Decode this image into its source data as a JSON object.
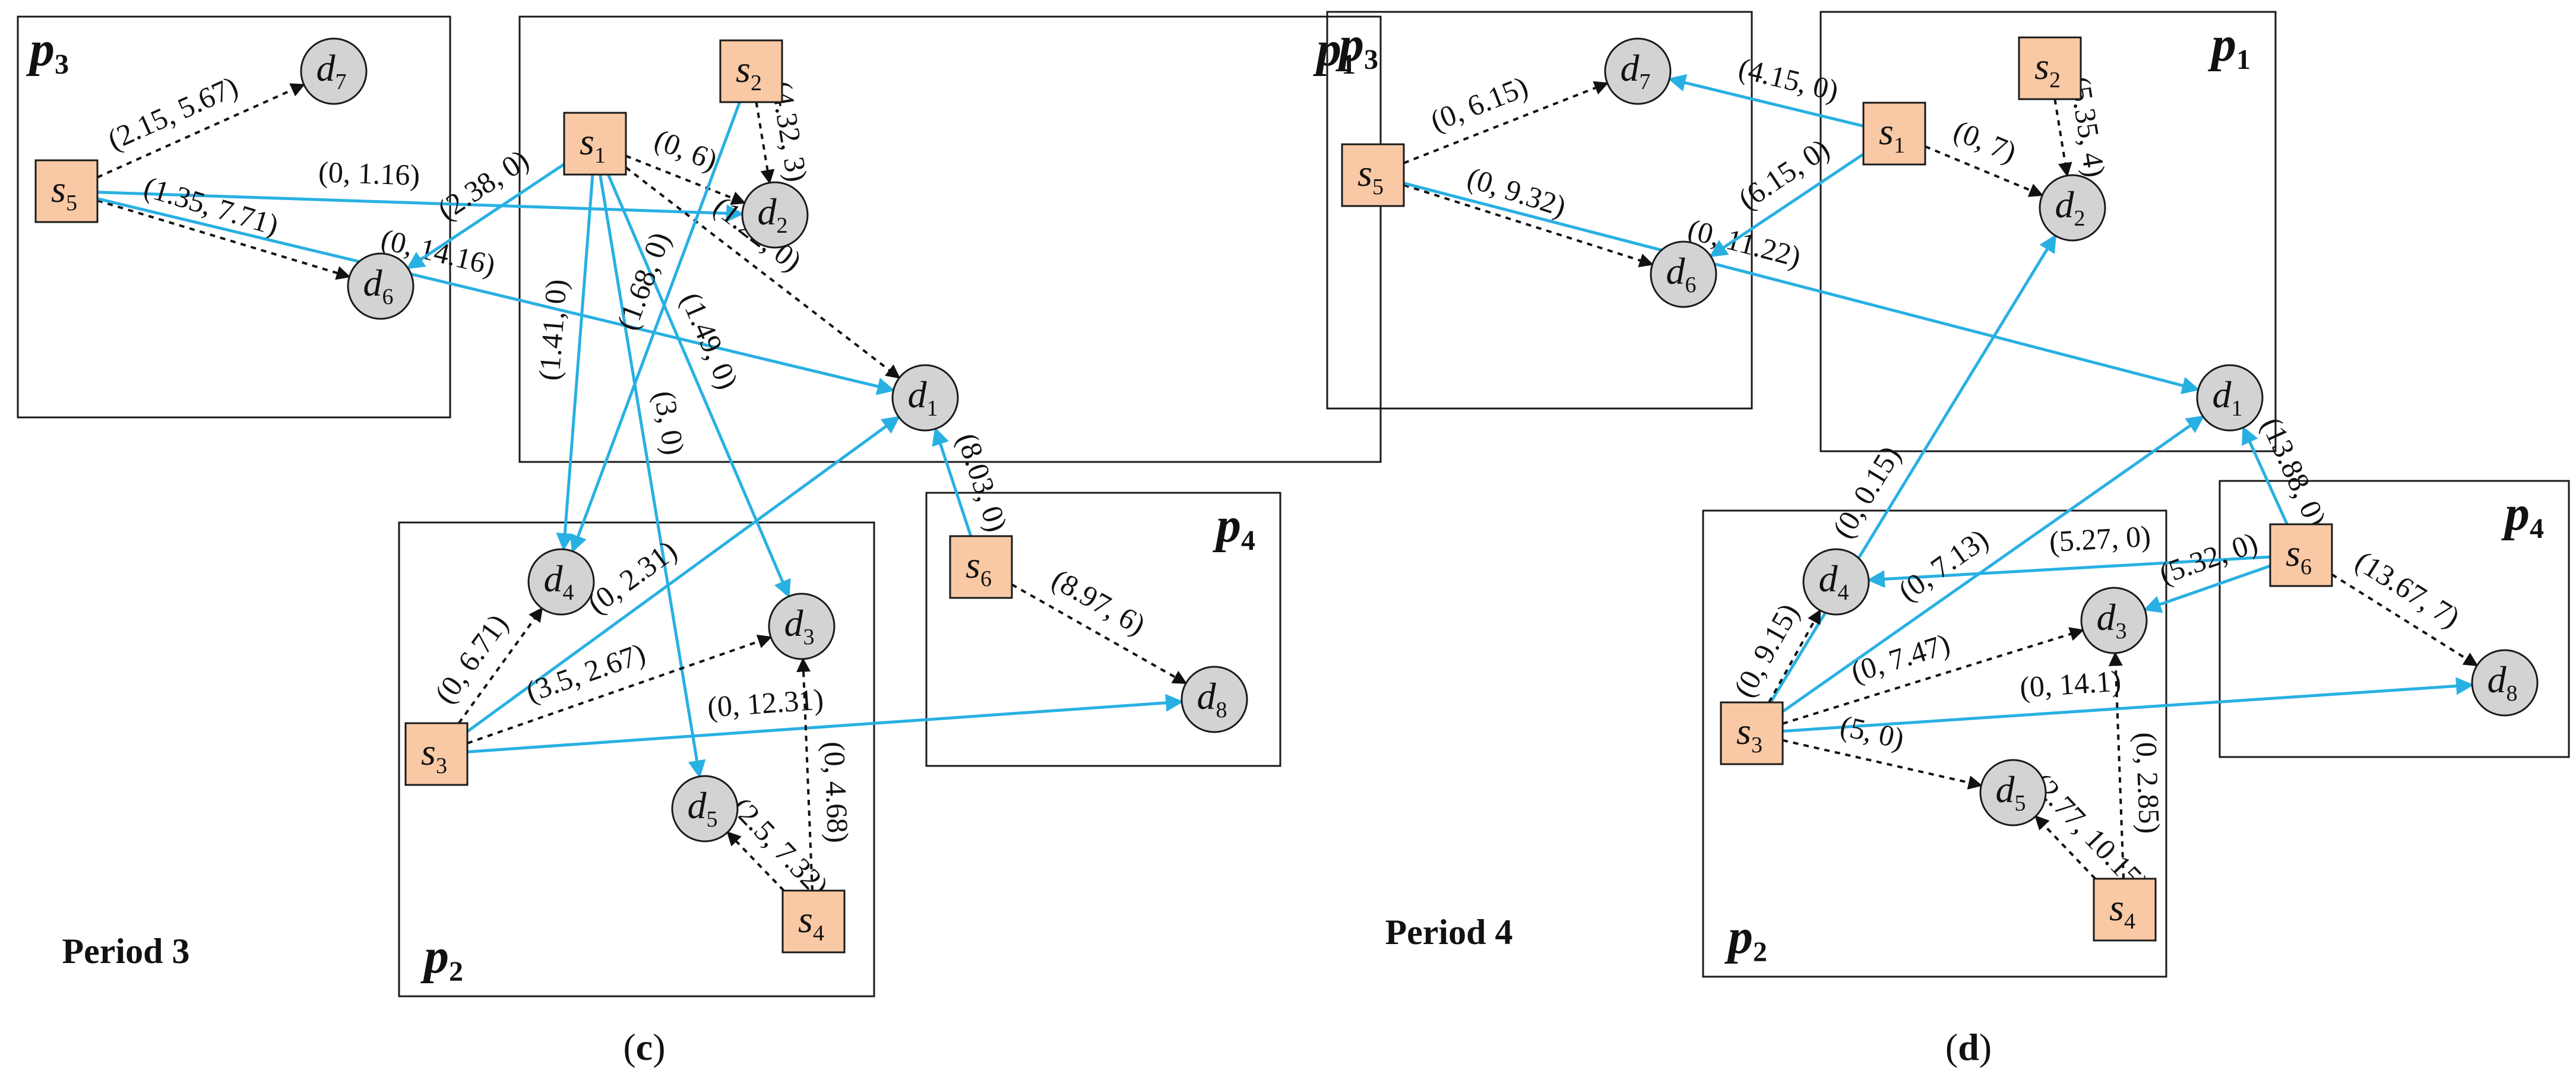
{
  "panels": [
    {
      "caption_letter": "c",
      "period": "Period 3",
      "regions": [
        {
          "name": "p3",
          "letter": "p",
          "sub": "3"
        },
        {
          "name": "p1",
          "letter": "p",
          "sub": "1"
        },
        {
          "name": "p2",
          "letter": "p",
          "sub": "2"
        },
        {
          "name": "p4",
          "letter": "p",
          "sub": "4"
        }
      ],
      "sources": [
        {
          "id": "s1",
          "letter": "s",
          "sub": "1"
        },
        {
          "id": "s2",
          "letter": "s",
          "sub": "2"
        },
        {
          "id": "s3",
          "letter": "s",
          "sub": "3"
        },
        {
          "id": "s4",
          "letter": "s",
          "sub": "4"
        },
        {
          "id": "s5",
          "letter": "s",
          "sub": "5"
        },
        {
          "id": "s6",
          "letter": "s",
          "sub": "6"
        }
      ],
      "destinations": [
        {
          "id": "d1",
          "letter": "d",
          "sub": "1"
        },
        {
          "id": "d2",
          "letter": "d",
          "sub": "2"
        },
        {
          "id": "d3",
          "letter": "d",
          "sub": "3"
        },
        {
          "id": "d4",
          "letter": "d",
          "sub": "4"
        },
        {
          "id": "d5",
          "letter": "d",
          "sub": "5"
        },
        {
          "id": "d6",
          "letter": "d",
          "sub": "6"
        },
        {
          "id": "d7",
          "letter": "d",
          "sub": "7"
        },
        {
          "id": "d8",
          "letter": "d",
          "sub": "8"
        }
      ],
      "edges": [
        {
          "from": "s5",
          "to": "d7",
          "style": "dashed",
          "label": "(2.15, 5.67)"
        },
        {
          "from": "s5",
          "to": "d2",
          "style": "solid",
          "label": "(0, 1.16)"
        },
        {
          "from": "s5",
          "to": "d6",
          "style": "dashed",
          "label": "(1.35, 7.71)"
        },
        {
          "from": "s5",
          "to": "d1",
          "style": "solid",
          "label": "(0, 14.16)"
        },
        {
          "from": "s1",
          "to": "d6",
          "style": "solid",
          "label": "(2.38, 0)"
        },
        {
          "from": "s1",
          "to": "d2",
          "style": "dashed",
          "label": "(0, 6)"
        },
        {
          "from": "s1",
          "to": "d1",
          "style": "dashed",
          "label": "(1.22, 0)"
        },
        {
          "from": "s1",
          "to": "d4",
          "style": "solid",
          "label": "(1.41, 0)"
        },
        {
          "from": "s1",
          "to": "d3",
          "style": "solid",
          "label": "(1.49, 0)"
        },
        {
          "from": "s1",
          "to": "d5",
          "style": "solid",
          "label": "(3, 0)"
        },
        {
          "from": "s2",
          "to": "d2",
          "style": "dashed",
          "label": "(4.32, 3)"
        },
        {
          "from": "s2",
          "to": "d4",
          "style": "solid",
          "label": "(1.68, 0)"
        },
        {
          "from": "s6",
          "to": "d1",
          "style": "solid",
          "label": "(8.03, 0)"
        },
        {
          "from": "s6",
          "to": "d8",
          "style": "dashed",
          "label": "(8.97, 6)"
        },
        {
          "from": "s3",
          "to": "d4",
          "style": "dashed",
          "label": "(0, 6.71)"
        },
        {
          "from": "s3",
          "to": "d1",
          "style": "solid",
          "label": "(0, 2.31)"
        },
        {
          "from": "s3",
          "to": "d3",
          "style": "dashed",
          "label": "(3.5, 2.67)"
        },
        {
          "from": "s3",
          "to": "d8",
          "style": "solid",
          "label": "(0, 12.31)"
        },
        {
          "from": "s4",
          "to": "d3",
          "style": "dashed",
          "label": "(0, 4.68)"
        },
        {
          "from": "s4",
          "to": "d5",
          "style": "dashed",
          "label": "(2.5, 7.32)"
        }
      ]
    },
    {
      "caption_letter": "d",
      "period": "Period 4",
      "regions": [
        {
          "name": "p3",
          "letter": "p",
          "sub": "3"
        },
        {
          "name": "p1",
          "letter": "p",
          "sub": "1"
        },
        {
          "name": "p2",
          "letter": "p",
          "sub": "2"
        },
        {
          "name": "p4",
          "letter": "p",
          "sub": "4"
        }
      ],
      "sources": [
        {
          "id": "s1",
          "letter": "s",
          "sub": "1"
        },
        {
          "id": "s2",
          "letter": "s",
          "sub": "2"
        },
        {
          "id": "s3",
          "letter": "s",
          "sub": "3"
        },
        {
          "id": "s4",
          "letter": "s",
          "sub": "4"
        },
        {
          "id": "s5",
          "letter": "s",
          "sub": "5"
        },
        {
          "id": "s6",
          "letter": "s",
          "sub": "6"
        }
      ],
      "destinations": [
        {
          "id": "d1",
          "letter": "d",
          "sub": "1"
        },
        {
          "id": "d2",
          "letter": "d",
          "sub": "2"
        },
        {
          "id": "d3",
          "letter": "d",
          "sub": "3"
        },
        {
          "id": "d4",
          "letter": "d",
          "sub": "4"
        },
        {
          "id": "d5",
          "letter": "d",
          "sub": "5"
        },
        {
          "id": "d6",
          "letter": "d",
          "sub": "6"
        },
        {
          "id": "d7",
          "letter": "d",
          "sub": "7"
        },
        {
          "id": "d8",
          "letter": "d",
          "sub": "8"
        }
      ],
      "edges": [
        {
          "from": "s5",
          "to": "d7",
          "style": "dashed",
          "label": "(0, 6.15)"
        },
        {
          "from": "s5",
          "to": "d6",
          "style": "dashed",
          "label": "(0, 9.32)"
        },
        {
          "from": "s5",
          "to": "d1",
          "style": "solid",
          "label": "(0, 11.22)"
        },
        {
          "from": "s1",
          "to": "d7",
          "style": "solid",
          "label": "(4.15, 0)"
        },
        {
          "from": "s1",
          "to": "d6",
          "style": "solid",
          "label": "(6.15, 0)"
        },
        {
          "from": "s1",
          "to": "d2",
          "style": "dashed",
          "label": "(0, 7)"
        },
        {
          "from": "s2",
          "to": "d2",
          "style": "dashed",
          "label": "(5.35, 4)"
        },
        {
          "from": "s6",
          "to": "d1",
          "style": "solid",
          "label": "(13.88, 0)"
        },
        {
          "from": "s6",
          "to": "d4",
          "style": "solid",
          "label": "(5.27, 0)"
        },
        {
          "from": "s6",
          "to": "d3",
          "style": "solid",
          "label": "(5.32, 0)"
        },
        {
          "from": "s6",
          "to": "d8",
          "style": "dashed",
          "label": "(13.67, 7)"
        },
        {
          "from": "s3",
          "to": "d2",
          "style": "solid",
          "label": "(0, 0.15)"
        },
        {
          "from": "s3",
          "to": "d1",
          "style": "solid",
          "label": "(0, 7.13)"
        },
        {
          "from": "s3",
          "to": "d4",
          "style": "dashed",
          "label": "(0, 9.15)"
        },
        {
          "from": "s3",
          "to": "d3",
          "style": "dashed",
          "label": "(0, 7.47)"
        },
        {
          "from": "s3",
          "to": "d8",
          "style": "solid",
          "label": "(0, 14.1)"
        },
        {
          "from": "s3",
          "to": "d5",
          "style": "dashed",
          "label": "(5, 0)"
        },
        {
          "from": "s4",
          "to": "d3",
          "style": "dashed",
          "label": "(0, 2.85)"
        },
        {
          "from": "s4",
          "to": "d5",
          "style": "dashed",
          "label": "(2.77, 10.15)"
        }
      ]
    }
  ],
  "colors": {
    "source_fill": "#f9c9a5",
    "destination_fill": "#d3d3d3",
    "solid_edge": "#29b0e2",
    "dashed_edge": "#111111"
  }
}
